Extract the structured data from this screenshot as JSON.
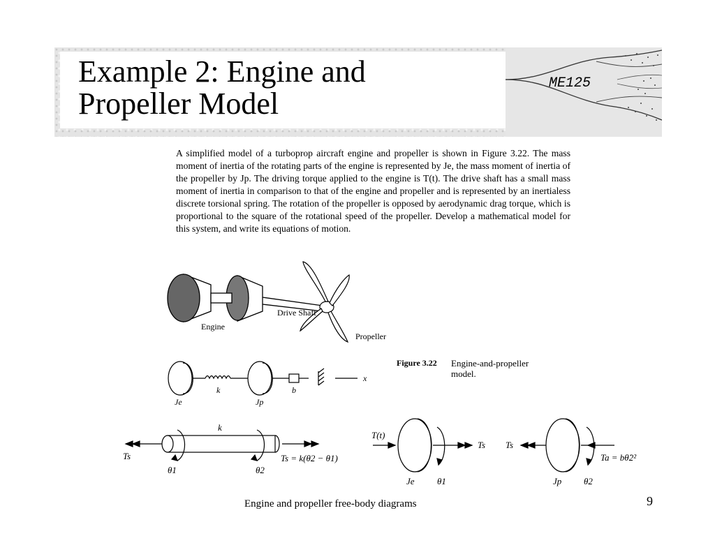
{
  "slide": {
    "title_line1": "Example 2: Engine and",
    "title_line2": "Propeller Model",
    "course_code": "ME125",
    "page_number": "9"
  },
  "problem": {
    "text": "A simplified model of a turboprop aircraft engine and propeller is shown in Figure 3.22. The mass moment of inertia of the rotating parts of the engine is represented by Je, the mass moment of inertia of the propeller by Jp. The driving torque applied to the engine is T(t). The drive shaft has a small mass moment of inertia in comparison to that of the engine and propeller and is represented by an inertialess discrete torsional spring. The rotation of the propeller is opposed by aerodynamic drag torque, which is proportional to the square of the rotational speed of the propeller. Develop a mathematical model for this system, and write its equations of motion."
  },
  "figure": {
    "engine_label": "Engine",
    "shaft_label": "Drive Shaft",
    "propeller_label": "Propeller",
    "spring_label": "k",
    "damper_label": "b",
    "axis_label": "x",
    "je_label": "Je",
    "jp_label": "Jp",
    "caption_number": "Figure 3.22",
    "caption_line1": "Engine-and-propeller",
    "caption_line2": "model."
  },
  "fbd": {
    "shaft_k": "k",
    "ts_left": "Ts",
    "theta1": "θ1",
    "theta2": "θ2",
    "ts_eq": "Ts = k(θ2 − θ1)",
    "torque_in": "T(t)",
    "ts_right_engine": "Ts",
    "je": "Je",
    "theta1_engine": "θ1",
    "ts_left_prop": "Ts",
    "ta_eq": "Ta = bθ̇2²",
    "jp": "Jp",
    "theta2_prop": "θ2",
    "caption": "Engine and propeller free-body diagrams"
  }
}
